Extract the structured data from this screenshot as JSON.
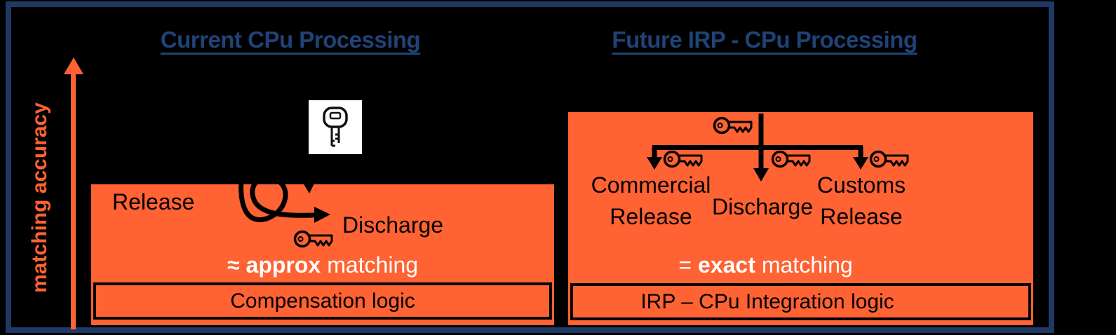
{
  "colors": {
    "background": "#000000",
    "frame_navy": "#1F3864",
    "panel_orange": "#FF6233",
    "title_navy": "#1F4377",
    "text_black": "#000000",
    "text_white": "#FFFFFF"
  },
  "axis": {
    "label": "matching accuracy"
  },
  "left_section": {
    "title": "Current CPu Processing",
    "release_label": "Release",
    "discharge_label": "Discharge",
    "matching": {
      "symbol": "≈",
      "keyword": "approx",
      "rest": "matching"
    },
    "logic_box": "Compensation logic"
  },
  "right_section": {
    "title": "Future IRP - CPu Processing",
    "commercial_release_label": "Commercial Release",
    "discharge_label": "Discharge",
    "customs_release_label": "Customs Release",
    "matching": {
      "symbol": "=",
      "keyword": "exact",
      "rest": "matching"
    },
    "logic_box": "IRP – CPu Integration logic"
  },
  "icons": {
    "key": "key-icon"
  }
}
